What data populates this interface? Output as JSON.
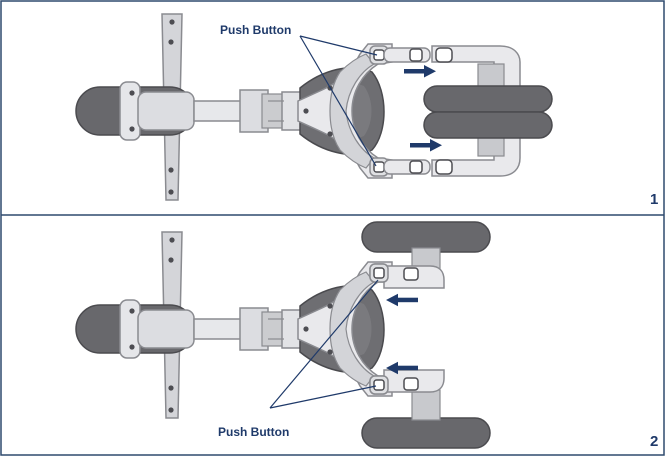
{
  "colors": {
    "border": "#2f4a6e",
    "accent": "#1f3a6a",
    "frame_light": "#e9e9ec",
    "frame_mid": "#c8c9cd",
    "frame_stroke": "#8a8b90",
    "seat": "#6e6e72",
    "seat_dark": "#4a4a4e",
    "wheel": "#68686c",
    "wheel_dark": "#4b4b4f",
    "pin": "#4d4d52"
  },
  "panels": [
    {
      "number": "1",
      "callout_label": "Push Button",
      "arrow_direction": "right",
      "state": "detached"
    },
    {
      "number": "2",
      "callout_label": "Push Button",
      "arrow_direction": "left",
      "state": "attached"
    }
  ]
}
